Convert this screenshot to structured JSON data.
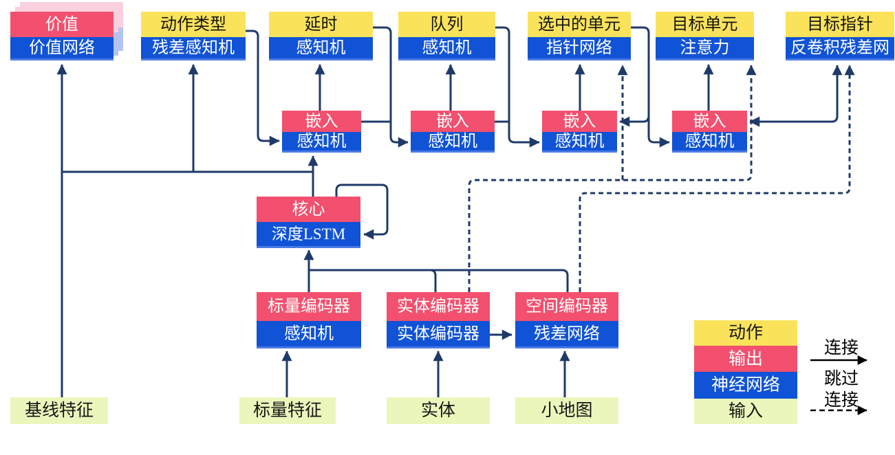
{
  "nodes": {
    "value": {
      "top": "价值",
      "bottom": "价值网络"
    },
    "action_type": {
      "top": "动作类型",
      "bottom": "残差感知机"
    },
    "delay": {
      "top": "延时",
      "bottom": "感知机"
    },
    "queue": {
      "top": "队列",
      "bottom": "感知机"
    },
    "selected_units": {
      "top": "选中的单元",
      "bottom": "指针网络"
    },
    "target_unit": {
      "top": "目标单元",
      "bottom": "注意力"
    },
    "target_point": {
      "top": "目标指针",
      "bottom": "反卷积残差网"
    },
    "embed1": {
      "top": "嵌入",
      "bottom": "感知机"
    },
    "embed2": {
      "top": "嵌入",
      "bottom": "感知机"
    },
    "embed3": {
      "top": "嵌入",
      "bottom": "感知机"
    },
    "embed4": {
      "top": "嵌入",
      "bottom": "感知机"
    },
    "core": {
      "top": "核心",
      "bottom": "深度LSTM"
    },
    "scalar_encoder": {
      "top": "标量编码器",
      "bottom": "感知机"
    },
    "entity_encoder": {
      "top": "实体编码器",
      "bottom": "实体编码器"
    },
    "spatial_encoder": {
      "top": "空间编码器",
      "bottom": "残差网络"
    },
    "baseline_features": {
      "label": "基线特征"
    },
    "scalar_features": {
      "label": "标量特征"
    },
    "entities": {
      "label": "实体"
    },
    "minimap": {
      "label": "小地图"
    }
  },
  "legend": {
    "action": "动作",
    "output": "输出",
    "neural_network": "神经网络",
    "input": "输入",
    "connection": "连接",
    "skip_line1": "跳过",
    "skip_line2": "连接"
  },
  "colors": {
    "action_yellow": "#FAE35B",
    "output_pink": "#F2506E",
    "network_blue": "#1053D6",
    "network_blue_edge": "#4C7AE4",
    "input_green": "#EBF6BC",
    "wire_navy": "#1F3A68",
    "legend_arrow_black": "#000000",
    "stack_shadow_pink": "#FAD0DE",
    "stack_shadow_blue": "#B4C3F1"
  },
  "edges": {
    "solid": [
      [
        "baseline_features",
        "value"
      ],
      [
        "core",
        "value"
      ],
      [
        "core",
        "action_type"
      ],
      [
        "core",
        "embed1"
      ],
      [
        "core",
        "core"
      ],
      [
        "action_type",
        "embed1"
      ],
      [
        "embed1",
        "delay"
      ],
      [
        "embed1",
        "embed2"
      ],
      [
        "delay",
        "embed2"
      ],
      [
        "embed2",
        "queue"
      ],
      [
        "embed2",
        "embed3"
      ],
      [
        "queue",
        "embed3"
      ],
      [
        "embed3",
        "selected_units"
      ],
      [
        "selected_units",
        "embed3"
      ],
      [
        "selected_units",
        "embed4"
      ],
      [
        "embed4",
        "target_unit"
      ],
      [
        "embed4",
        "target_point"
      ],
      [
        "scalar_encoder",
        "core"
      ],
      [
        "entity_encoder",
        "core"
      ],
      [
        "spatial_encoder",
        "core"
      ],
      [
        "entity_encoder",
        "spatial_encoder"
      ],
      [
        "scalar_features",
        "scalar_encoder"
      ],
      [
        "entities",
        "entity_encoder"
      ],
      [
        "minimap",
        "spatial_encoder"
      ]
    ],
    "skip": [
      [
        "entity_encoder",
        "selected_units"
      ],
      [
        "entity_encoder",
        "target_unit"
      ],
      [
        "spatial_encoder",
        "target_point"
      ]
    ]
  }
}
